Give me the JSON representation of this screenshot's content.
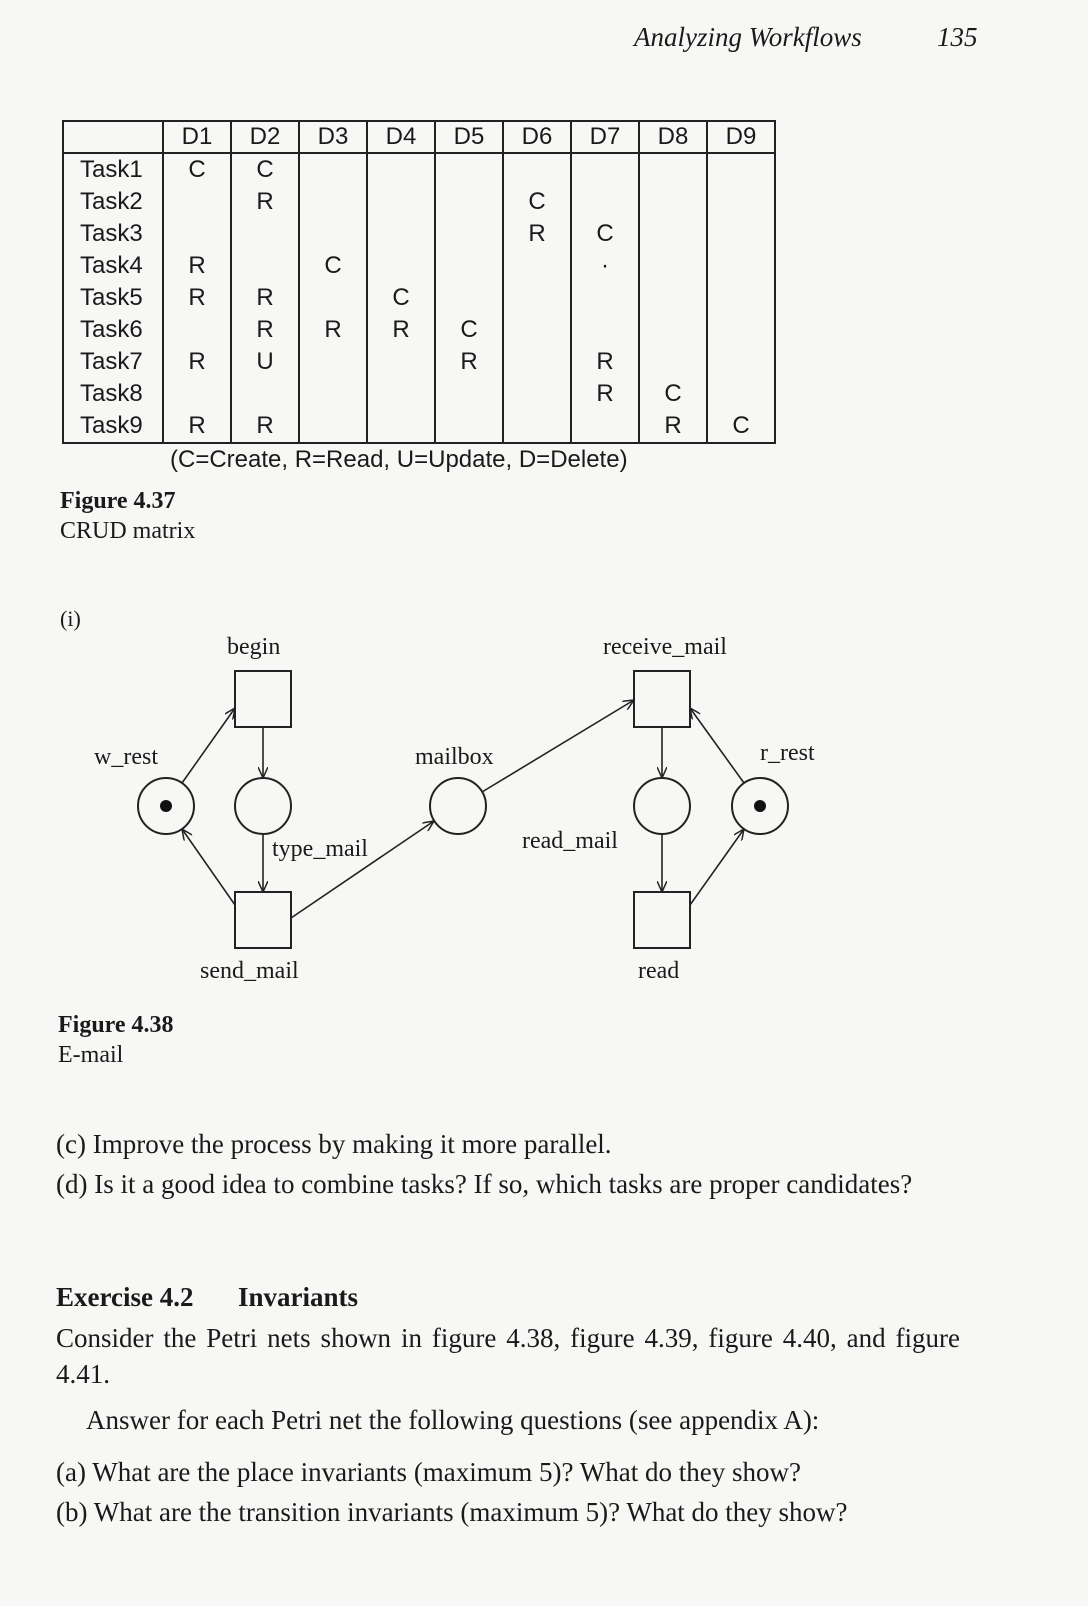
{
  "header": {
    "running_title": "Analyzing Workflows",
    "page_number": "135"
  },
  "crud": {
    "columns": [
      "",
      "D1",
      "D2",
      "D3",
      "D4",
      "D5",
      "D6",
      "D7",
      "D8",
      "D9"
    ],
    "rows": [
      {
        "task": "Task1",
        "cells": [
          "C",
          "C",
          "",
          "",
          "",
          "",
          "",
          "",
          ""
        ]
      },
      {
        "task": "Task2",
        "cells": [
          "",
          "R",
          "",
          "",
          "",
          "C",
          "",
          "",
          ""
        ]
      },
      {
        "task": "Task3",
        "cells": [
          "",
          "",
          "",
          "",
          "",
          "R",
          "C",
          "",
          ""
        ]
      },
      {
        "task": "Task4",
        "cells": [
          "R",
          "",
          "C",
          "",
          "",
          "",
          "·",
          "",
          ""
        ]
      },
      {
        "task": "Task5",
        "cells": [
          "R",
          "R",
          "",
          "C",
          "",
          "",
          "",
          "",
          ""
        ]
      },
      {
        "task": "Task6",
        "cells": [
          "",
          "R",
          "R",
          "R",
          "C",
          "",
          "",
          "",
          ""
        ]
      },
      {
        "task": "Task7",
        "cells": [
          "R",
          "U",
          "",
          "",
          "R",
          "",
          "R",
          "",
          ""
        ]
      },
      {
        "task": "Task8",
        "cells": [
          "",
          "",
          "",
          "",
          "",
          "",
          "R",
          "C",
          ""
        ]
      },
      {
        "task": "Task9",
        "cells": [
          "R",
          "R",
          "",
          "",
          "",
          "",
          "",
          "R",
          "C"
        ]
      }
    ],
    "legend": "(C=Create, R=Read, U=Update, D=Delete)"
  },
  "fig437": {
    "number": "Figure 4.37",
    "caption": "CRUD matrix"
  },
  "petri": {
    "label": "(i)",
    "transitions": {
      "begin": "begin",
      "send_mail": "send_mail",
      "receive_mail": "receive_mail",
      "read": "read"
    },
    "places": {
      "w_rest": "w_rest",
      "type_mail": "type_mail",
      "mailbox": "mailbox",
      "read_mail": "read_mail",
      "r_rest": "r_rest"
    }
  },
  "fig438": {
    "number": "Figure 4.38",
    "caption": "E-mail"
  },
  "questions": {
    "c": "(c) Improve the process by making it more parallel.",
    "d": "(d) Is it a good idea to combine tasks? If so, which tasks are proper candidates?"
  },
  "exercise": {
    "number": "Exercise 4.2",
    "title": "Invariants",
    "intro": "Consider the Petri nets shown in figure 4.38, figure 4.39, figure 4.40, and figure 4.41.",
    "instruction": "Answer for each Petri net the following questions (see appendix A):",
    "a": "(a) What are the place invariants (maximum 5)? What do they show?",
    "b": "(b) What are the transition invariants (maximum 5)? What do they show?"
  }
}
